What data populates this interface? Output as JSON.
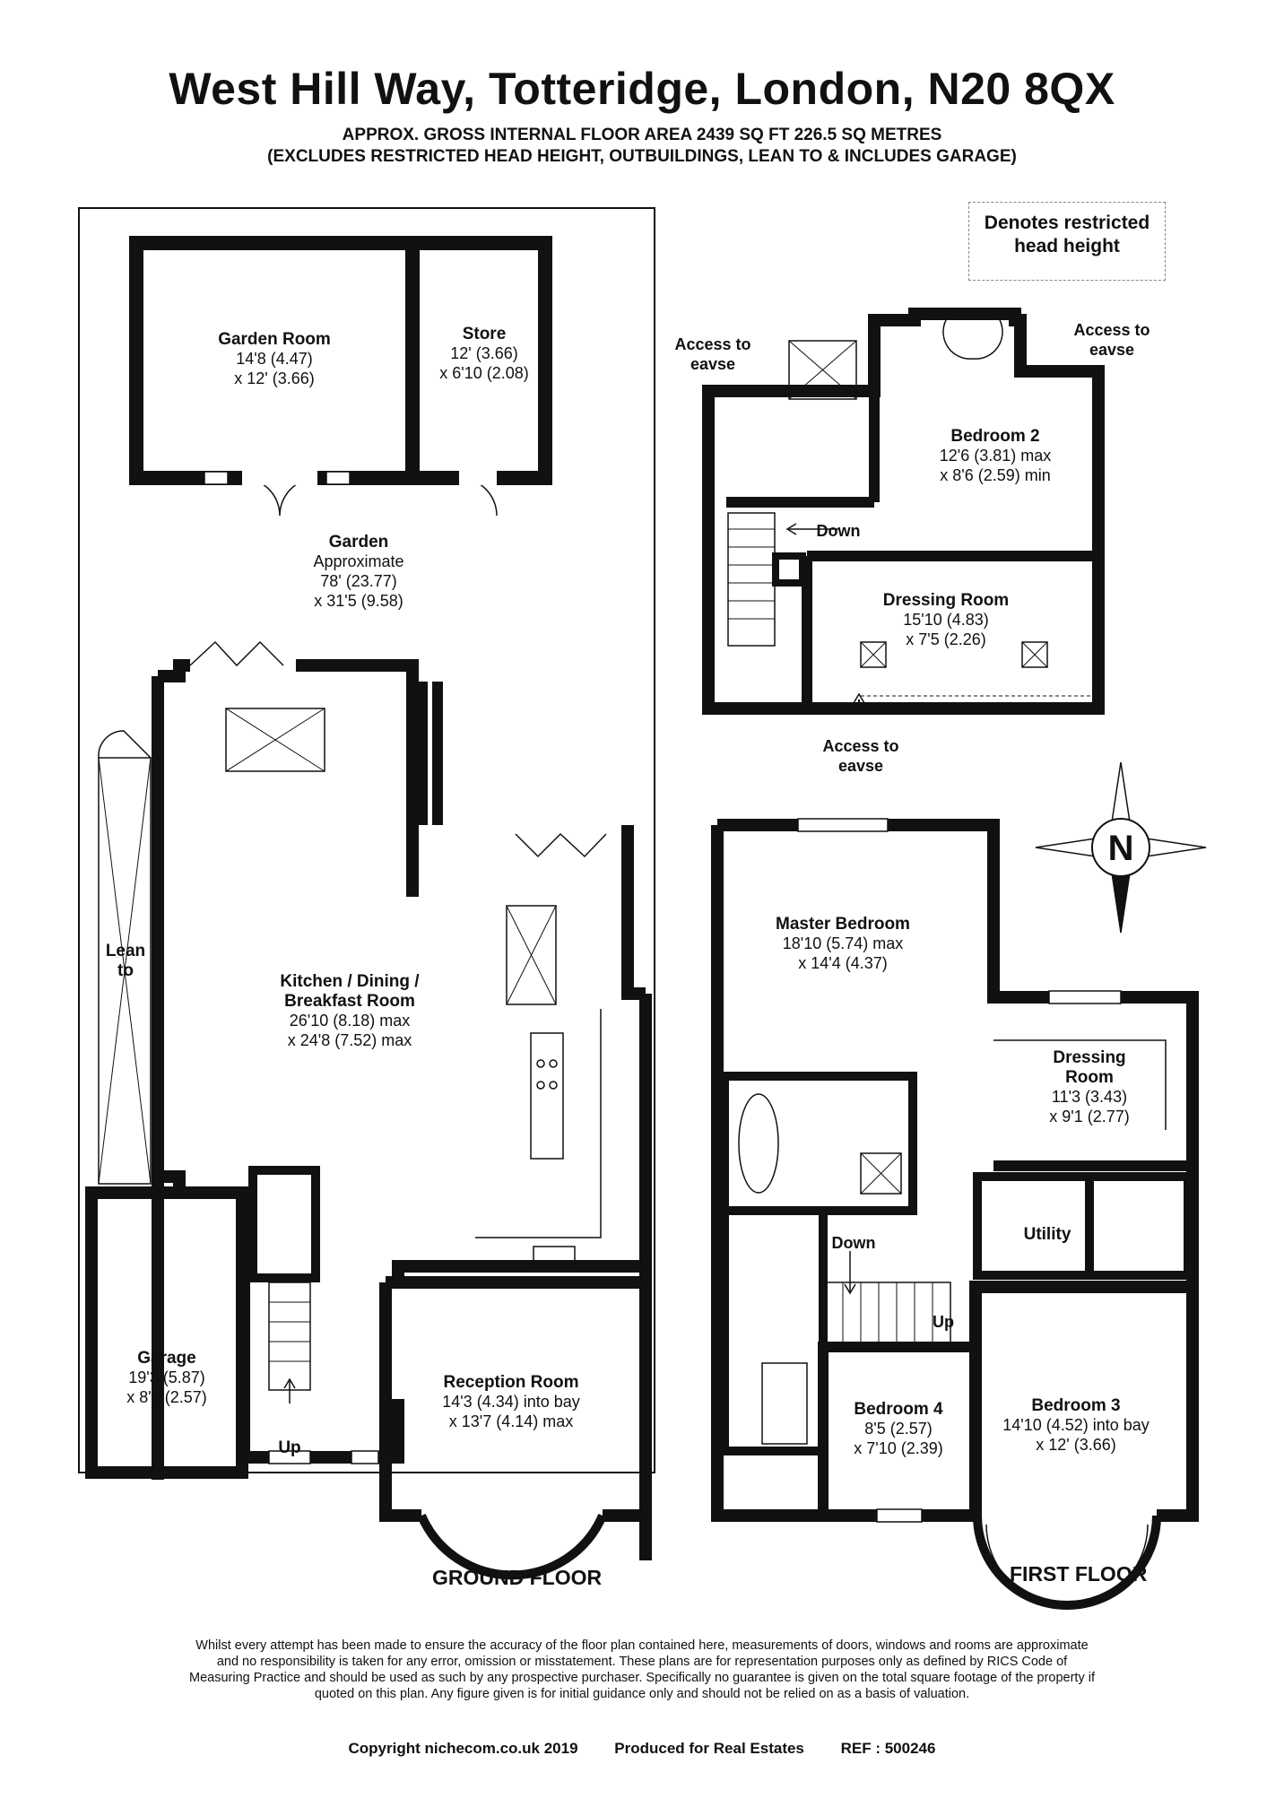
{
  "header": {
    "title": "West Hill Way, Totteridge, London, N20 8QX",
    "area_line": "APPROX. GROSS INTERNAL FLOOR AREA 2439 SQ FT 226.5 SQ METRES",
    "exclusions_line": "(EXCLUDES RESTRICTED HEAD HEIGHT, OUTBUILDINGS, LEAN TO & INCLUDES GARAGE)"
  },
  "legend": {
    "restricted_line1": "Denotes restricted",
    "restricted_line2": "head height"
  },
  "compass": {
    "letter": "N"
  },
  "ground_floor": {
    "label": "GROUND FLOOR",
    "garden_room": {
      "name": "Garden Room",
      "dim1": "14'8 (4.47)",
      "dim2": "x 12' (3.66)"
    },
    "store": {
      "name": "Store",
      "dim1": "12' (3.66)",
      "dim2": "x 6'10 (2.08)"
    },
    "garden": {
      "name": "Garden",
      "dim1": "Approximate",
      "dim2": "78' (23.77)",
      "dim3": "x 31'5 (9.58)"
    },
    "lean_to": {
      "line1": "Lean",
      "line2": "to"
    },
    "kitchen": {
      "name1": "Kitchen / Dining /",
      "name2": "Breakfast Room",
      "dim1": "26'10 (8.18) max",
      "dim2": "x 24'8 (7.52) max"
    },
    "garage": {
      "name": "Garage",
      "dim1": "19'3 (5.87)",
      "dim2": "x 8'5 (2.57)"
    },
    "reception": {
      "name": "Reception Room",
      "dim1": "14'3 (4.34) into bay",
      "dim2": "x 13'7 (4.14) max"
    },
    "stairs_up": "Up"
  },
  "second_floor": {
    "access_left1": "Access to",
    "access_left2": "eavse",
    "access_right1": "Access to",
    "access_right2": "eavse",
    "access_bottom1": "Access to",
    "access_bottom2": "eavse",
    "bedroom2": {
      "name": "Bedroom 2",
      "dim1": "12'6 (3.81) max",
      "dim2": "x 8'6 (2.59) min"
    },
    "dressing": {
      "name": "Dressing Room",
      "dim1": "15'10 (4.83)",
      "dim2": "x 7'5 (2.26)"
    },
    "stairs_down": "Down"
  },
  "first_floor": {
    "label": "FIRST FLOOR",
    "master": {
      "name": "Master Bedroom",
      "dim1": "18'10 (5.74) max",
      "dim2": "x 14'4 (4.37)"
    },
    "dressing": {
      "name1": "Dressing",
      "name2": "Room",
      "dim1": "11'3 (3.43)",
      "dim2": "x 9'1 (2.77)"
    },
    "utility": "Utility",
    "bedroom3": {
      "name": "Bedroom 3",
      "dim1": "14'10 (4.52) into bay",
      "dim2": "x 12' (3.66)"
    },
    "bedroom4": {
      "name": "Bedroom 4",
      "dim1": "8'5 (2.57)",
      "dim2": "x 7'10 (2.39)"
    },
    "stairs_down": "Down",
    "stairs_up": "Up"
  },
  "disclaimer": "Whilst every attempt has been made to ensure the accuracy of the floor plan contained here, measurements of doors, windows and rooms are approximate and no responsibility is taken for any error, omission or misstatement. These plans are for representation purposes only as defined by RICS Code of Measuring Practice and should be used as such by any prospective purchaser. Specifically no guarantee is given on the total square footage of the property if quoted on this plan. Any figure given is for initial guidance only and should not be relied on as a basis of valuation.",
  "footer": {
    "copyright": "Copyright nichecom.co.uk 2019",
    "produced": "Produced for Real Estates",
    "ref": "REF :  500246"
  }
}
